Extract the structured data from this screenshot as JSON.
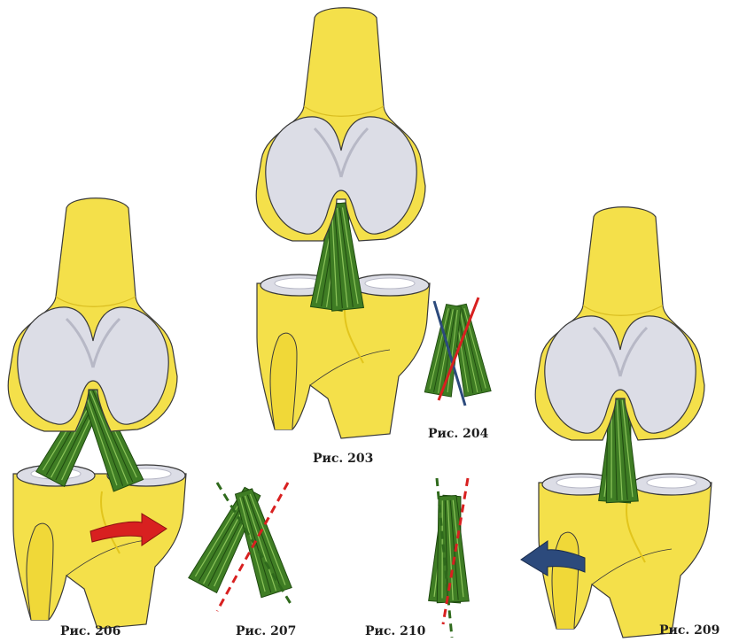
{
  "captions": {
    "fig203": "Рис. 203",
    "fig204": "Рис. 204",
    "fig206": "Рис. 206",
    "fig207": "Рис. 207",
    "fig210": "Рис. 210",
    "fig209": "Рис. 209"
  },
  "colors": {
    "bone": "#f4e04a",
    "bone_shadow": "#e2c51c",
    "cartilage": "#dcdde6",
    "cartilage_shadow": "#b7b8c6",
    "ligament_dark": "#2f6a1c",
    "ligament_light": "#6aa83a",
    "arrow_red": "#d82020",
    "arrow_blue": "#2c4a7c",
    "line_red": "#d82020",
    "line_green": "#2f6a1c",
    "line_blue": "#2c4a7c",
    "outline": "#3a3a3a"
  },
  "icons": {
    "arrow_206": "rotation-arrow-right-icon",
    "arrow_209": "rotation-arrow-left-icon"
  }
}
